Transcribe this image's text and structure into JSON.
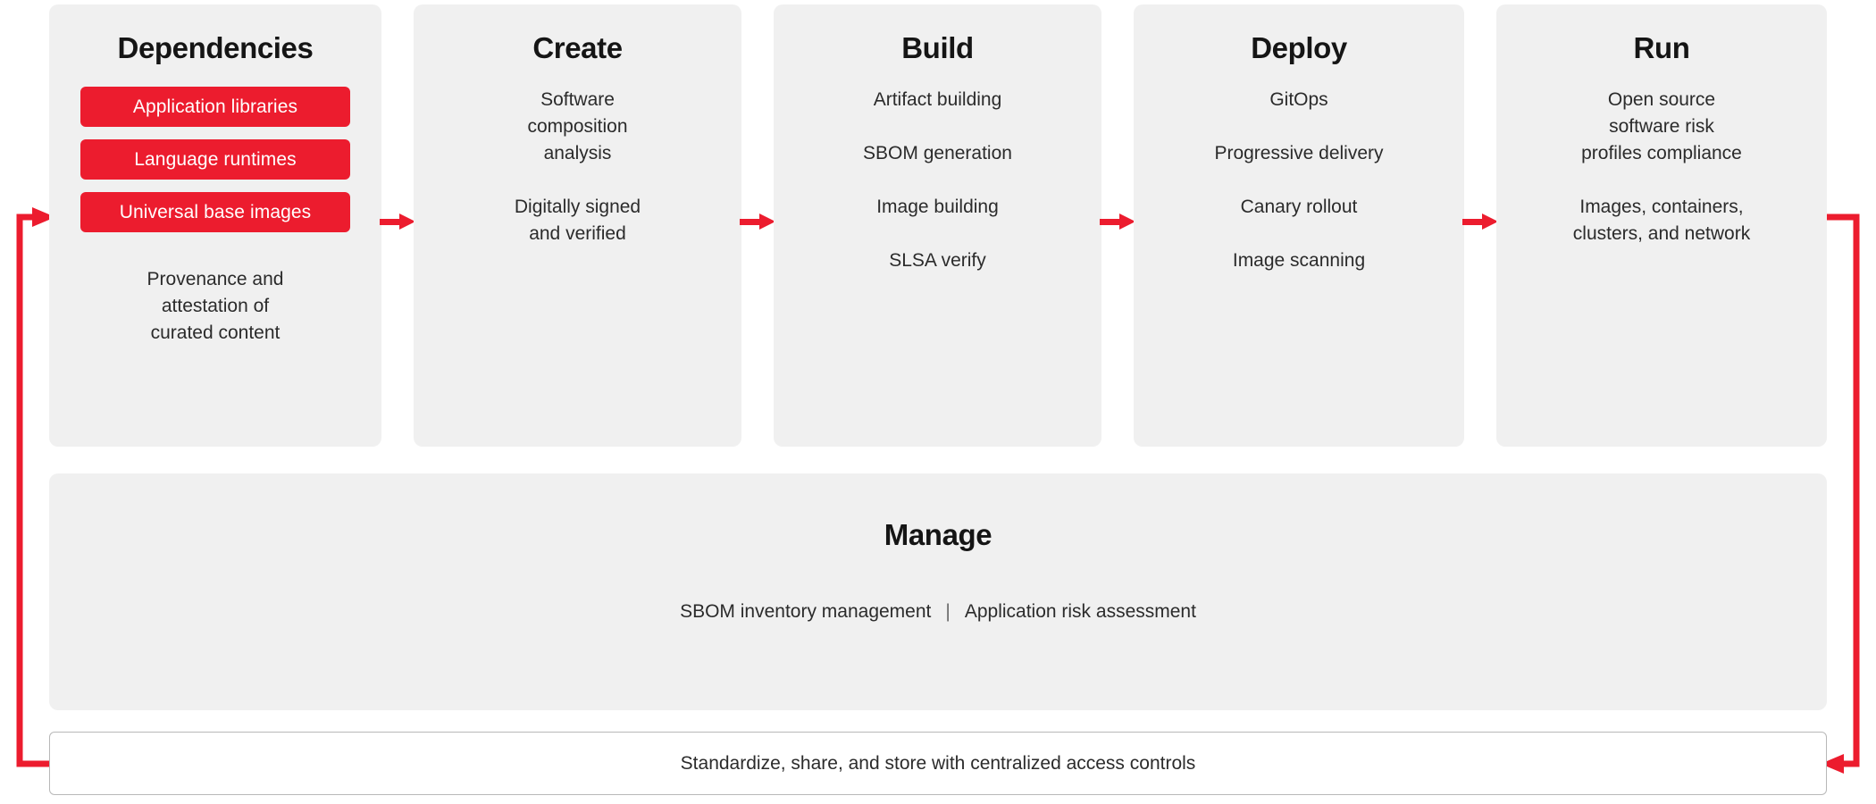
{
  "diagram": {
    "title_hidden": "",
    "accent_red": "#ec1c2e",
    "card_bg": "#f0f0f0",
    "text_color": "#2b2b2b"
  },
  "stages": [
    {
      "title": "Dependencies",
      "pills": [
        "Application libraries",
        "Language runtimes",
        "Universal base images"
      ],
      "note": "Provenance and\nattestation of\ncurated content",
      "items": []
    },
    {
      "title": "Create",
      "pills": [],
      "note": "",
      "items": [
        "Software\ncomposition\nanalysis",
        "Digitally signed\nand verified"
      ]
    },
    {
      "title": "Build",
      "pills": [],
      "note": "",
      "items": [
        "Artifact building",
        "SBOM generation",
        "Image building",
        "SLSA verify"
      ]
    },
    {
      "title": "Deploy",
      "pills": [],
      "note": "",
      "items": [
        "GitOps",
        "Progressive delivery",
        "Canary rollout",
        "Image scanning"
      ]
    },
    {
      "title": "Run",
      "pills": [],
      "note": "",
      "items": [
        "Open source\nsoftware risk\nprofiles compliance",
        "Images, containers,\nclusters, and network"
      ]
    }
  ],
  "manage": {
    "title": "Manage",
    "left_item": "SBOM inventory management",
    "separator": "|",
    "right_item": "Application risk assessment"
  },
  "bottom_bar": {
    "label": "Standardize, share, and store with centralized access controls"
  },
  "arrows": {
    "between_label": "flow-arrow",
    "loop_label": "feedback-loop"
  }
}
